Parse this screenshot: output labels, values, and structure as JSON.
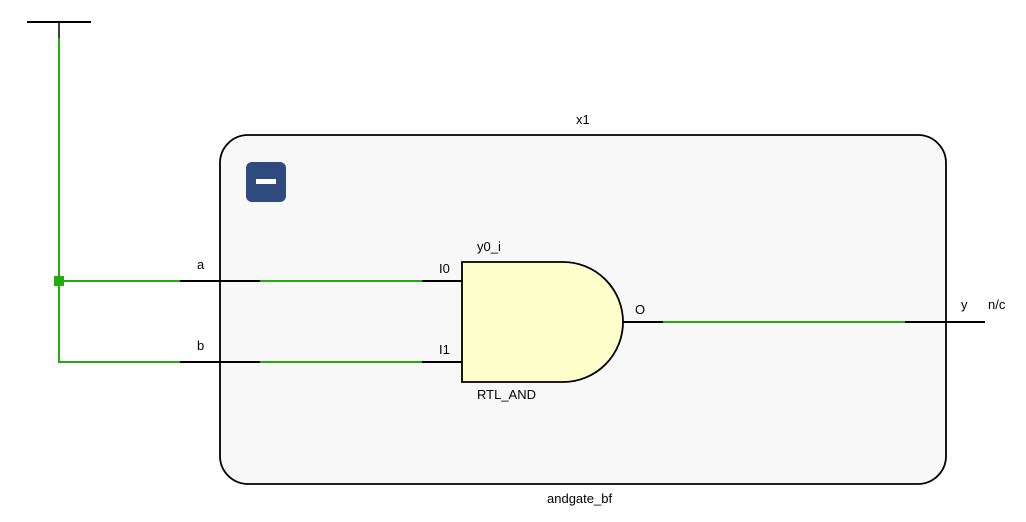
{
  "diagram": {
    "instance_name": "x1",
    "module_name": "andgate_bf",
    "gate": {
      "instance": "y0_i",
      "type": "RTL_AND",
      "inputs": [
        "I0",
        "I1"
      ],
      "output": "O"
    },
    "ports": {
      "a": "a",
      "b": "b",
      "y": "y"
    },
    "no_connect": "n/c"
  },
  "colors": {
    "wire_active": "#22aa11",
    "wire": "#000000",
    "gate_fill": "#ffffcc",
    "module_fill": "#f8f8f8",
    "button": "#2e4a7e"
  },
  "icons": {
    "collapse": "minus-icon"
  }
}
